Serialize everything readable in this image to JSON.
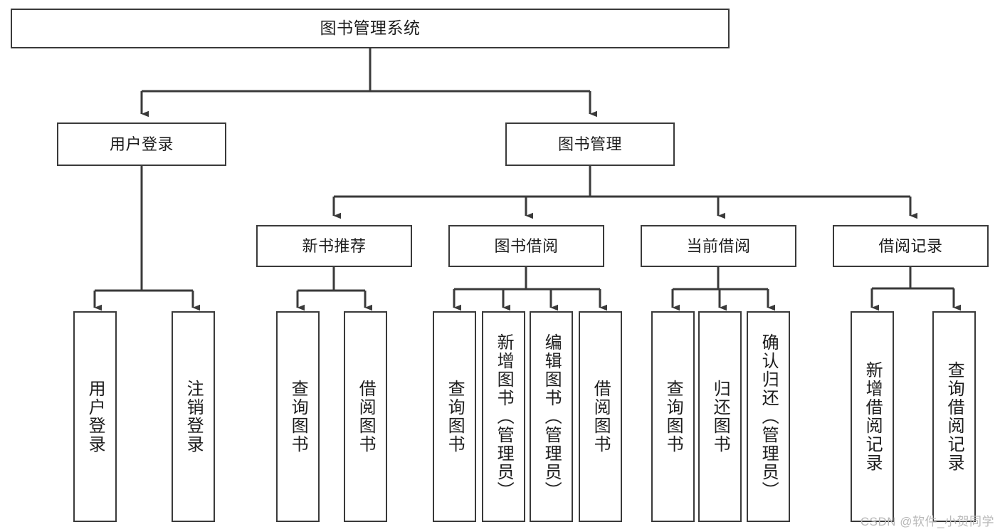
{
  "diagram": {
    "title": "图书管理系统",
    "type": "tree-hierarchy-chart",
    "orientation": "top-down",
    "colors": {
      "box_border": "#3a3a3a",
      "box_fill": "#ffffff",
      "edge": "#3a3a3a",
      "text": "#1d1d1d",
      "watermark": "#b9b9b9",
      "background": "#ffffff"
    },
    "root": {
      "label": "图书管理系统"
    },
    "level1": [
      {
        "label": "用户登录"
      },
      {
        "label": "图书管理"
      }
    ],
    "level2": [
      {
        "label": "新书推荐"
      },
      {
        "label": "图书借阅"
      },
      {
        "label": "当前借阅"
      },
      {
        "label": "借阅记录"
      }
    ],
    "leaves": {
      "user_login": [
        {
          "label": "用户登录"
        },
        {
          "label": "注销登录"
        }
      ],
      "new_book_recommend": [
        {
          "label": "查询图书"
        },
        {
          "label": "借阅图书"
        }
      ],
      "book_borrow": [
        {
          "label": "查询图书"
        },
        {
          "label": "新增图书（管理员）"
        },
        {
          "label": "编辑图书（管理员）"
        },
        {
          "label": "借阅图书"
        }
      ],
      "current_borrow": [
        {
          "label": "查询图书"
        },
        {
          "label": "归还图书"
        },
        {
          "label": "确认归还（管理员）"
        }
      ],
      "borrow_record": [
        {
          "label": "新增借阅记录"
        },
        {
          "label": "查询借阅记录"
        }
      ]
    },
    "watermark": "CSDN @软件_小贺同学"
  }
}
